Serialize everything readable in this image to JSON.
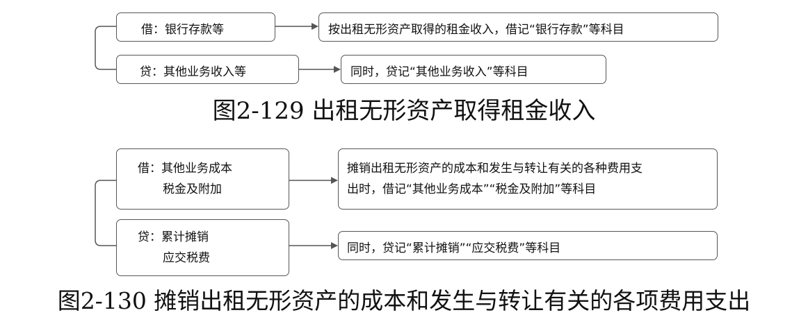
{
  "fig129": {
    "debit_label": "借：银行存款等",
    "debit_note": "按出租无形资产取得的租金收入，借记“银行存款”等科目",
    "credit_label": "贷：其他业务收入等",
    "credit_note": "同时，贷记“其他业务收入”等科目",
    "caption": "图2-129 出租无形资产取得租金收入"
  },
  "fig130": {
    "debit_line1": "借：其他业务成本",
    "debit_line2": "税金及附加",
    "debit_note_line1": "摊销出租无形资产的成本和发生与转让有关的各种费用支",
    "debit_note_line2": "出时，借记“其他业务成本”“税金及附加”等科目",
    "credit_line1": "贷：累计摊销",
    "credit_line2": "应交税费",
    "credit_note": "同时，贷记“累计摊销”“应交税费”等科目",
    "caption": "图2-130 摊销出租无形资产的成本和发生与转让有关的各项费用支出"
  }
}
